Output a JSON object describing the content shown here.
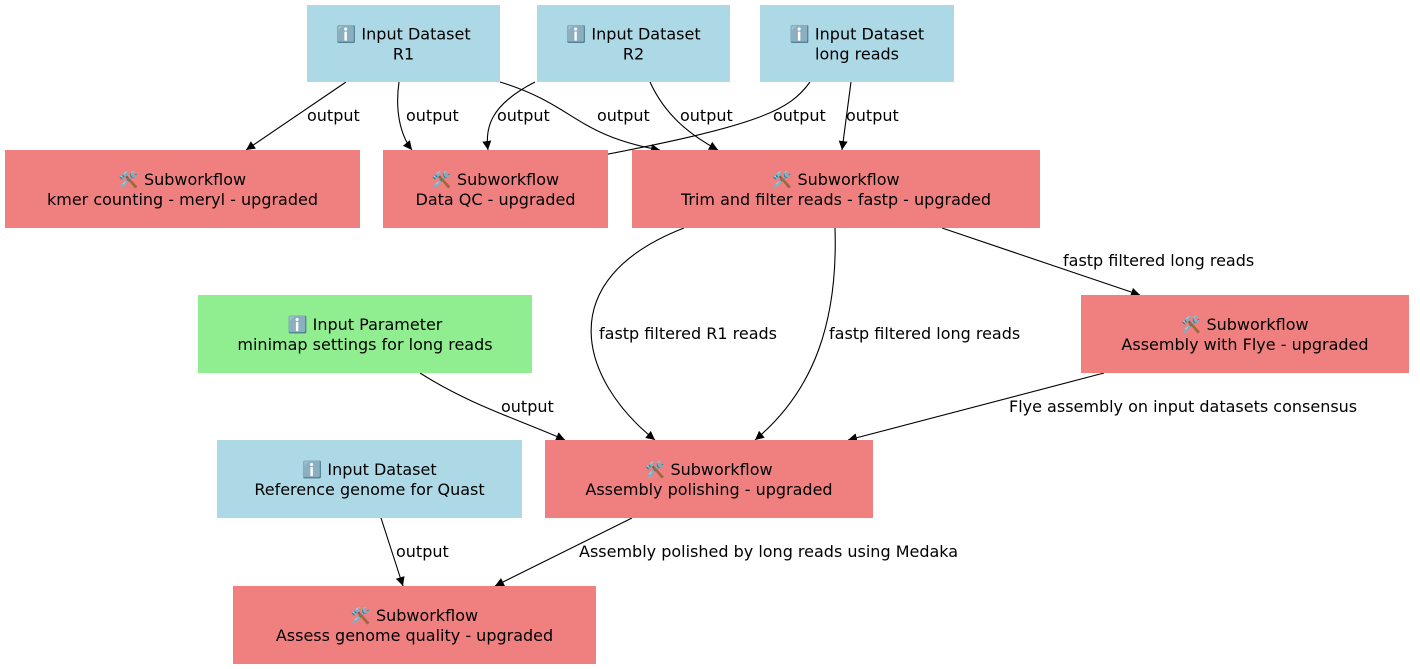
{
  "colors": {
    "input_dataset": "#add8e6",
    "input_parameter": "#90ee90",
    "subworkflow": "#f08080",
    "edge": "#000000",
    "text": "#000000"
  },
  "icons": {
    "input_dataset": "info-icon",
    "input_parameter": "info-icon",
    "subworkflow": "tools-icon"
  },
  "nodes": [
    {
      "id": "in_r1",
      "kind": "input_dataset",
      "type_label": "Input Dataset",
      "name": "R1"
    },
    {
      "id": "in_r2",
      "kind": "input_dataset",
      "type_label": "Input Dataset",
      "name": "R2"
    },
    {
      "id": "in_long",
      "kind": "input_dataset",
      "type_label": "Input Dataset",
      "name": "long reads"
    },
    {
      "id": "sw_kmer",
      "kind": "subworkflow",
      "type_label": "Subworkflow",
      "name": "kmer counting - meryl - upgraded"
    },
    {
      "id": "sw_qc",
      "kind": "subworkflow",
      "type_label": "Subworkflow",
      "name": "Data QC - upgraded"
    },
    {
      "id": "sw_trim",
      "kind": "subworkflow",
      "type_label": "Subworkflow",
      "name": "Trim and filter reads - fastp - upgraded"
    },
    {
      "id": "in_minimap",
      "kind": "input_parameter",
      "type_label": "Input Parameter",
      "name": "minimap settings for long reads"
    },
    {
      "id": "sw_flye",
      "kind": "subworkflow",
      "type_label": "Subworkflow",
      "name": "Assembly with Flye - upgraded"
    },
    {
      "id": "in_ref",
      "kind": "input_dataset",
      "type_label": "Input Dataset",
      "name": "Reference genome for Quast"
    },
    {
      "id": "sw_polish",
      "kind": "subworkflow",
      "type_label": "Subworkflow",
      "name": "Assembly polishing - upgraded"
    },
    {
      "id": "sw_assess",
      "kind": "subworkflow",
      "type_label": "Subworkflow",
      "name": "Assess genome quality - upgraded"
    }
  ],
  "edges": [
    {
      "from": "in_r1",
      "to": "sw_kmer",
      "label": "output"
    },
    {
      "from": "in_r1",
      "to": "sw_qc",
      "label": "output"
    },
    {
      "from": "in_r2",
      "to": "sw_qc",
      "label": "output"
    },
    {
      "from": "in_r1",
      "to": "sw_trim",
      "label": "output"
    },
    {
      "from": "in_r2",
      "to": "sw_trim",
      "label": "output"
    },
    {
      "from": "in_long",
      "to": "sw_qc",
      "label": "output"
    },
    {
      "from": "in_long",
      "to": "sw_trim",
      "label": "output"
    },
    {
      "from": "sw_trim",
      "to": "sw_flye",
      "label": "fastp filtered long reads"
    },
    {
      "from": "sw_trim",
      "to": "sw_polish",
      "label": "fastp filtered R1 reads"
    },
    {
      "from": "sw_trim",
      "to": "sw_polish",
      "label": "fastp filtered long reads"
    },
    {
      "from": "in_minimap",
      "to": "sw_polish",
      "label": "output"
    },
    {
      "from": "sw_flye",
      "to": "sw_polish",
      "label": "Flye assembly on input datasets consensus"
    },
    {
      "from": "in_ref",
      "to": "sw_assess",
      "label": "output"
    },
    {
      "from": "sw_polish",
      "to": "sw_assess",
      "label": "Assembly polished by long reads using Medaka"
    }
  ]
}
